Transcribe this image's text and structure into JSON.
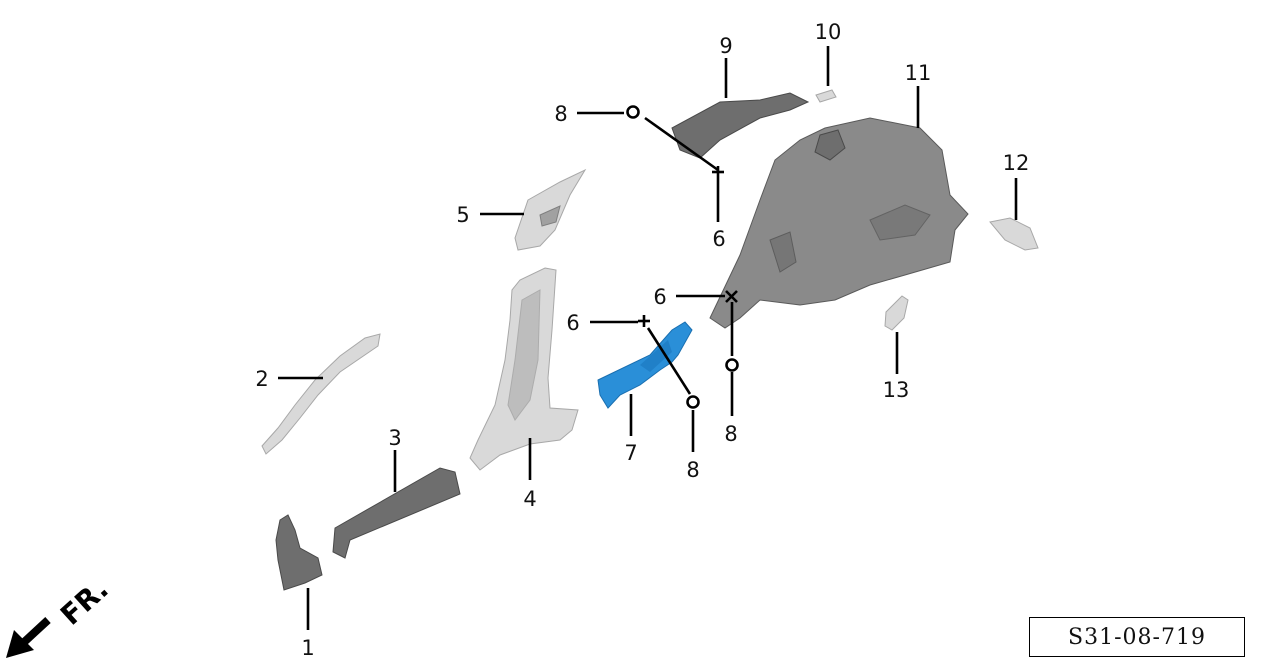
{
  "callouts": {
    "c1": "1",
    "c2": "2",
    "c3": "3",
    "c4": "4",
    "c5": "5",
    "c6a": "6",
    "c6b": "6",
    "c6c": "6",
    "c7": "7",
    "c8a": "8",
    "c8b": "8",
    "c8c": "8",
    "c9": "9",
    "c10": "10",
    "c11": "11",
    "c12": "12",
    "c13": "13"
  },
  "direction": {
    "label": "FR.",
    "icon": "front-arrow-icon"
  },
  "reference_code": "S31-08-719",
  "colors": {
    "highlight": "#2a8fd8",
    "part_dark": "#6e6e6e",
    "part_light": "#d9d9d9"
  }
}
